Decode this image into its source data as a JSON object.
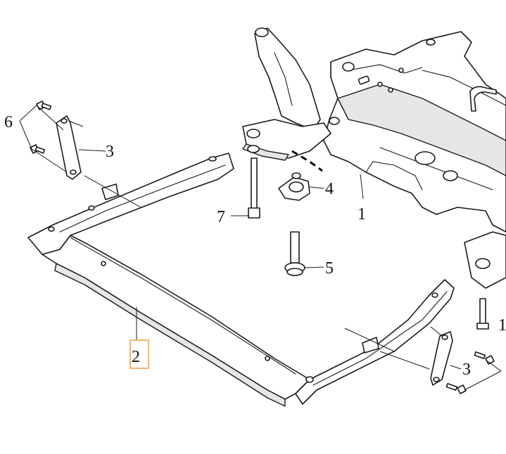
{
  "callouts": {
    "c1": "1",
    "c2": "2",
    "c3a": "3",
    "c3b": "3",
    "c4": "4",
    "c5": "5",
    "c6": "6",
    "c7": "7",
    "c1b": "1"
  },
  "colors": {
    "line": "#1a1a1a",
    "highlight": "#f0a53a",
    "background": "#ffffff"
  }
}
